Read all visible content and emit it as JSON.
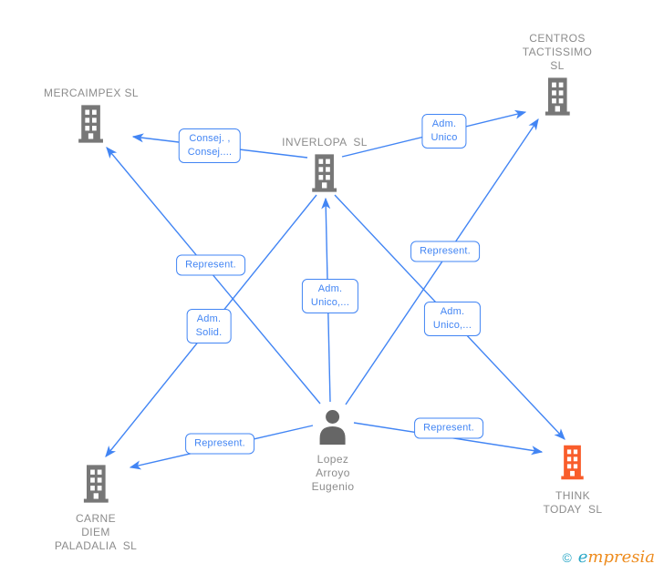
{
  "diagram": {
    "nodes": [
      {
        "id": "mercaimpex",
        "type": "company",
        "label": "MERCAIMPEX SL"
      },
      {
        "id": "centros-tactissimo",
        "type": "company",
        "label": "CENTROS\nTACTISSIMO\nSL"
      },
      {
        "id": "inverlopa",
        "type": "company",
        "label": "INVERLOPA  SL"
      },
      {
        "id": "carne-diem-paladalia",
        "type": "company",
        "label": "CARNE\nDIEM\nPALADALIA  SL"
      },
      {
        "id": "think-today",
        "type": "company-highlighted",
        "label": "THINK\nTODAY  SL"
      },
      {
        "id": "lopez-arroyo-eugenio",
        "type": "person",
        "label": "Lopez\nArroyo\nEugenio"
      }
    ],
    "edges": [
      {
        "from": "INVERLOPA  SL",
        "to": "MERCAIMPEX SL",
        "label": "Consej. ,\nConsej...."
      },
      {
        "from": "INVERLOPA  SL",
        "to": "CENTROS TACTISSIMO SL",
        "label": "Adm.\nUnico"
      },
      {
        "from": "Lopez Arroyo Eugenio",
        "to": "MERCAIMPEX SL",
        "label": "Represent."
      },
      {
        "from": "Lopez Arroyo Eugenio",
        "to": "INVERLOPA  SL",
        "label": "Adm.\nUnico,..."
      },
      {
        "from": "Lopez Arroyo Eugenio",
        "to": "CENTROS TACTISSIMO SL",
        "label": "Represent."
      },
      {
        "from": "INVERLOPA  SL",
        "to": "CARNE DIEM PALADALIA  SL",
        "label": "Adm.\nSolid."
      },
      {
        "from": "INVERLOPA  SL",
        "to": "THINK TODAY  SL",
        "label": "Adm.\nUnico,..."
      },
      {
        "from": "Lopez Arroyo Eugenio",
        "to": "CARNE DIEM PALADALIA  SL",
        "label": "Represent."
      },
      {
        "from": "Lopez Arroyo Eugenio",
        "to": "THINK TODAY  SL",
        "label": "Represent."
      }
    ],
    "colors": {
      "edge_blue": "#4285f4",
      "company_gray": "#777777",
      "person_gray": "#666666",
      "highlight_orange": "#f95d2b",
      "label_gray": "#8c8c8c",
      "logo_teal": "#2aa7c7",
      "logo_orange": "#ee8c1e"
    }
  },
  "watermark": {
    "copyright_symbol": "©",
    "brand_first_letter": "e",
    "brand_rest": "mpresia"
  }
}
